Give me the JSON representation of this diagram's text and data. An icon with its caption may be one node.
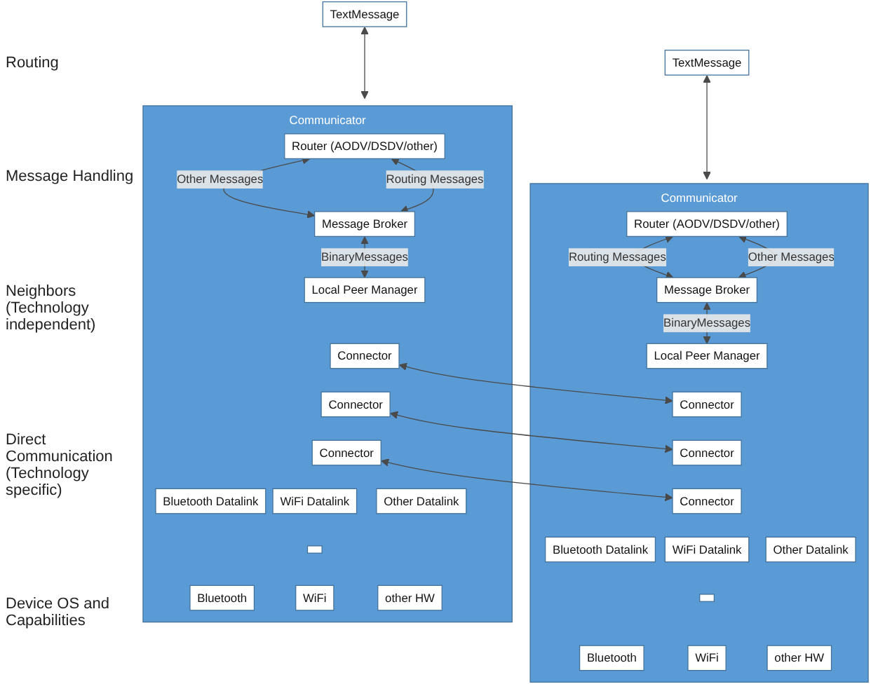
{
  "diagram": {
    "nodes": [
      {
        "text": [
          "TextMessage"
        ]
      },
      {
        "text": [
          "Communicator"
        ]
      },
      {
        "text": [
          "Router (AODV/DSDV/other)"
        ],
        "in": 1
      },
      {
        "text": [
          "Message Broker"
        ],
        "in": 1
      },
      {
        "text": [
          "Local Peer Manager"
        ],
        "in": 1
      },
      {
        "text": [
          "Connector"
        ],
        "in": 1
      },
      {
        "text": [
          "Connector"
        ],
        "in": 1
      },
      {
        "text": [
          "Connector"
        ],
        "in": 1
      },
      {
        "text": [
          "Bluetooth Datalink"
        ],
        "in": 1
      },
      {
        "text": [
          "WiFi Datalink"
        ],
        "in": 1
      },
      {
        "text": [
          "Other Datalink"
        ],
        "in": 1
      },
      {
        "text": [],
        "shape": "box",
        "in": 1
      },
      {
        "text": [
          "Bluetooth"
        ],
        "in": 1
      },
      {
        "text": [
          "WiFi"
        ],
        "in": 1
      },
      {
        "text": [
          "other HW"
        ],
        "in": 1
      },
      {
        "text": [
          "TextMessage"
        ]
      },
      {
        "text": [
          "Communicator"
        ]
      },
      {
        "text": [
          "Router (AODV/DSDV/other)"
        ],
        "in": 16
      },
      {
        "text": [
          "Message Broker"
        ],
        "in": 16
      },
      {
        "text": [
          "Local Peer Manager"
        ],
        "in": 16
      },
      {
        "text": [
          "Connector"
        ],
        "in": 16
      },
      {
        "text": [
          "Connector"
        ],
        "in": 16
      },
      {
        "text": [
          "Connector"
        ],
        "in": 16
      },
      {
        "text": [
          "Bluetooth Datalink"
        ],
        "in": 16
      },
      {
        "text": [
          "WiFi Datalink"
        ],
        "in": 16
      },
      {
        "text": [
          "Other Datalink"
        ],
        "in": 16
      },
      {
        "text": [],
        "shape": "box",
        "in": 16
      },
      {
        "text": [
          "Bluetooth"
        ],
        "in": 16
      },
      {
        "text": [
          "WiFi"
        ],
        "in": 16
      },
      {
        "text": [
          "other HW"
        ],
        "in": 16
      }
    ],
    "edges": [
      {
        "from": 0,
        "to": 1,
        "arrow": "both"
      },
      {
        "from": 2,
        "to": 3,
        "arrow": "both",
        "label": "Other Messages"
      },
      {
        "from": 2,
        "to": 3,
        "arrow": "both",
        "label": "Routing Messages"
      },
      {
        "from": 3,
        "to": 4,
        "arrow": "both",
        "label": "BinaryMessages"
      },
      {
        "from": 15,
        "to": 16,
        "arrow": "both"
      },
      {
        "from": 17,
        "to": 18,
        "arrow": "both",
        "label": "Routing Messages"
      },
      {
        "from": 17,
        "to": 18,
        "arrow": "both",
        "label": "Other Messages"
      },
      {
        "from": 18,
        "to": 19,
        "arrow": "both",
        "label": "BinaryMessages"
      },
      {
        "from": 5,
        "to": 20,
        "arrow": "both"
      },
      {
        "from": 6,
        "to": 21,
        "arrow": "both"
      },
      {
        "from": 7,
        "to": 22,
        "arrow": "both"
      }
    ],
    "labels": [
      "Routing",
      "Message Handling",
      "Neighbors (Technology independent)",
      "Direct Communication (Technology specific)",
      "Device OS and Capabilities"
    ]
  }
}
